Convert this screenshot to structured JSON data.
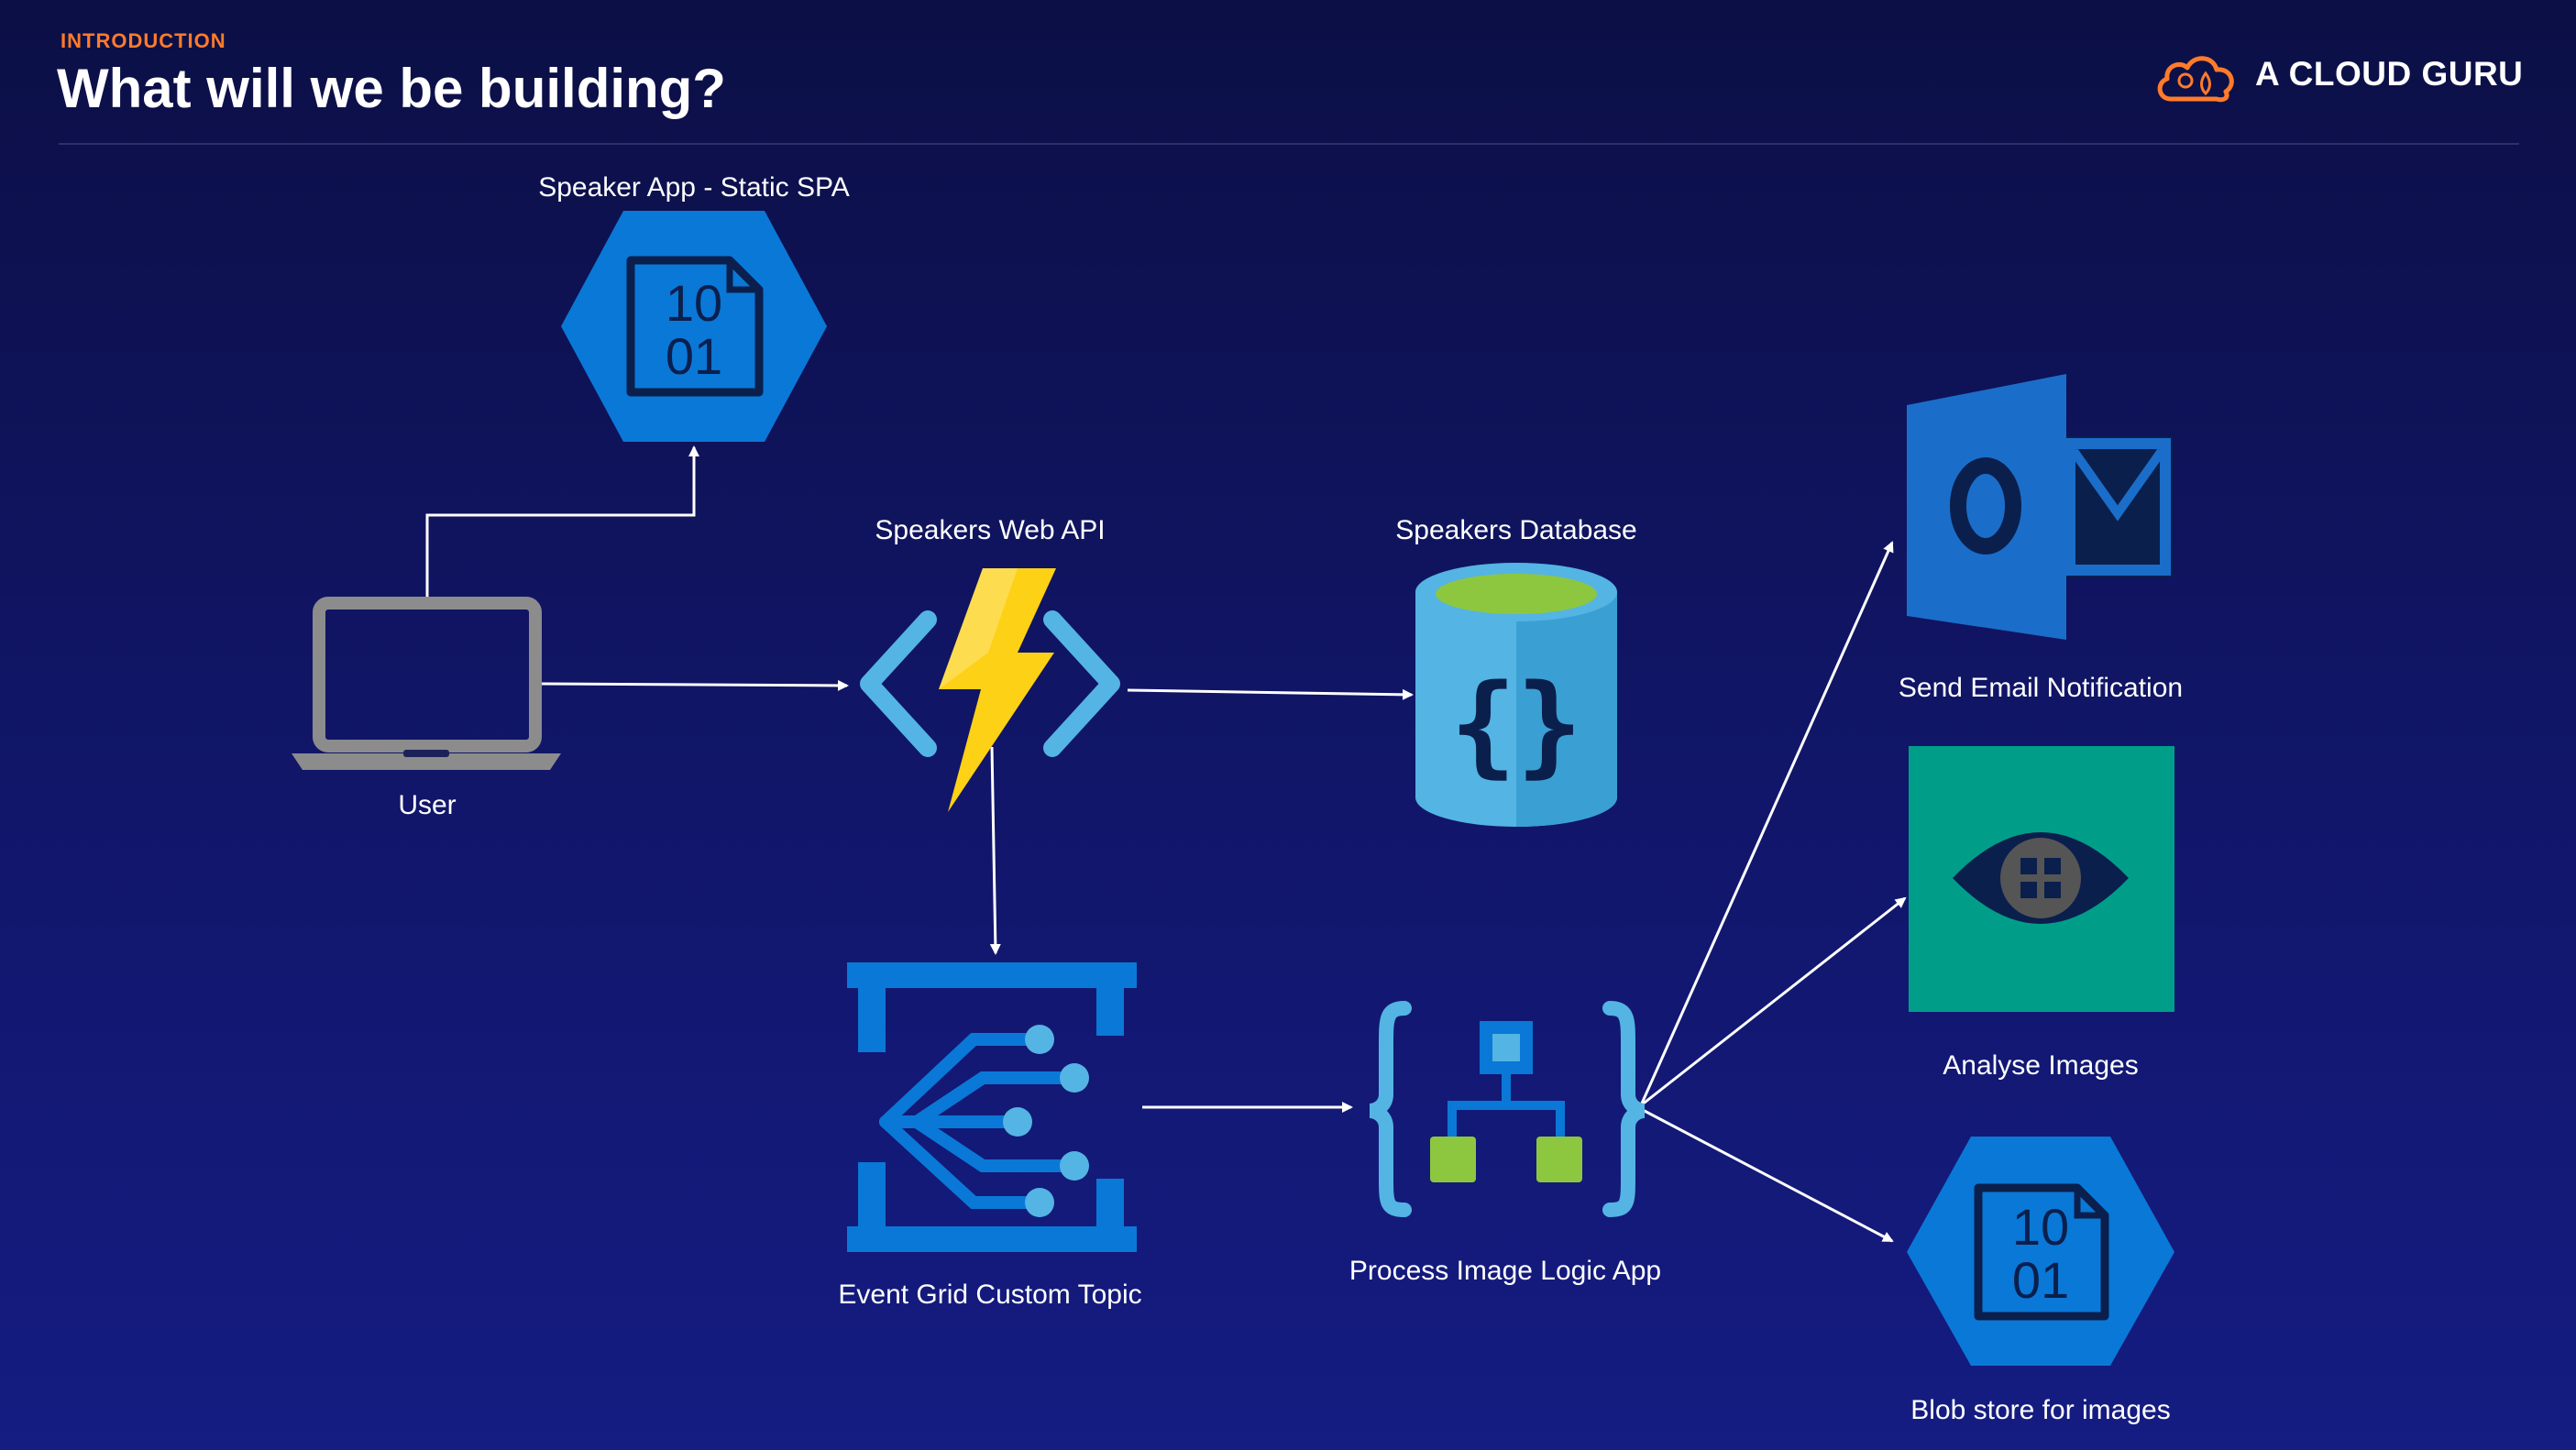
{
  "header": {
    "section": "INTRODUCTION",
    "title": "What will we be building?",
    "brand": "A CLOUD GURU"
  },
  "diagram": {
    "nodes": {
      "static_spa": "Speaker App - Static SPA",
      "user": "User",
      "web_api": "Speakers Web API",
      "database": "Speakers Database",
      "event_grid": "Event Grid Custom Topic",
      "logic_app": "Process Image Logic App",
      "email": "Send Email Notification",
      "analyse": "Analyse Images",
      "blob": "Blob store for images"
    },
    "spa_glyph": {
      "line1": "10",
      "line2": "01"
    },
    "blob_glyph": {
      "line1": "10",
      "line2": "01"
    }
  },
  "colors": {
    "accent": "#ff7b2a",
    "azure_blue": "#0a78d7",
    "azure_light": "#54b4e3",
    "lightning": "#fcd116",
    "db_top": "#8dc73f",
    "vision_teal": "#009e89",
    "outlook_blue": "#1a6ec9"
  }
}
